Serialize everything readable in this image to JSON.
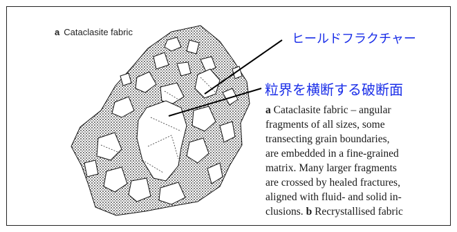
{
  "figure": {
    "label_letter": "a",
    "label_text": "Cataclasite fabric"
  },
  "annotations": {
    "healed_fracture": "ヒールドフラクチャー",
    "grain_crossing_fracture": "粒界を横断する破断面"
  },
  "caption": {
    "lines": [
      {
        "bold": "a",
        "text": " Cataclasite fabric – angular"
      },
      {
        "bold": "",
        "text": "fragments of all sizes, some"
      },
      {
        "bold": "",
        "text": "transecting grain boundaries,"
      },
      {
        "bold": "",
        "text": "are embedded in a fine-grained"
      },
      {
        "bold": "",
        "text": "matrix. Many larger fragments"
      },
      {
        "bold": "",
        "text": "are crossed by healed fractures,"
      },
      {
        "bold": "",
        "text": "aligned with fluid- and solid in-"
      },
      {
        "bold": "",
        "text": "clusions. "
      },
      {
        "bold": "b",
        "text": " Recrystallised fabric"
      }
    ]
  },
  "colors": {
    "annotation_blue": "#1a2ee8",
    "ink": "#1a1a1a"
  }
}
